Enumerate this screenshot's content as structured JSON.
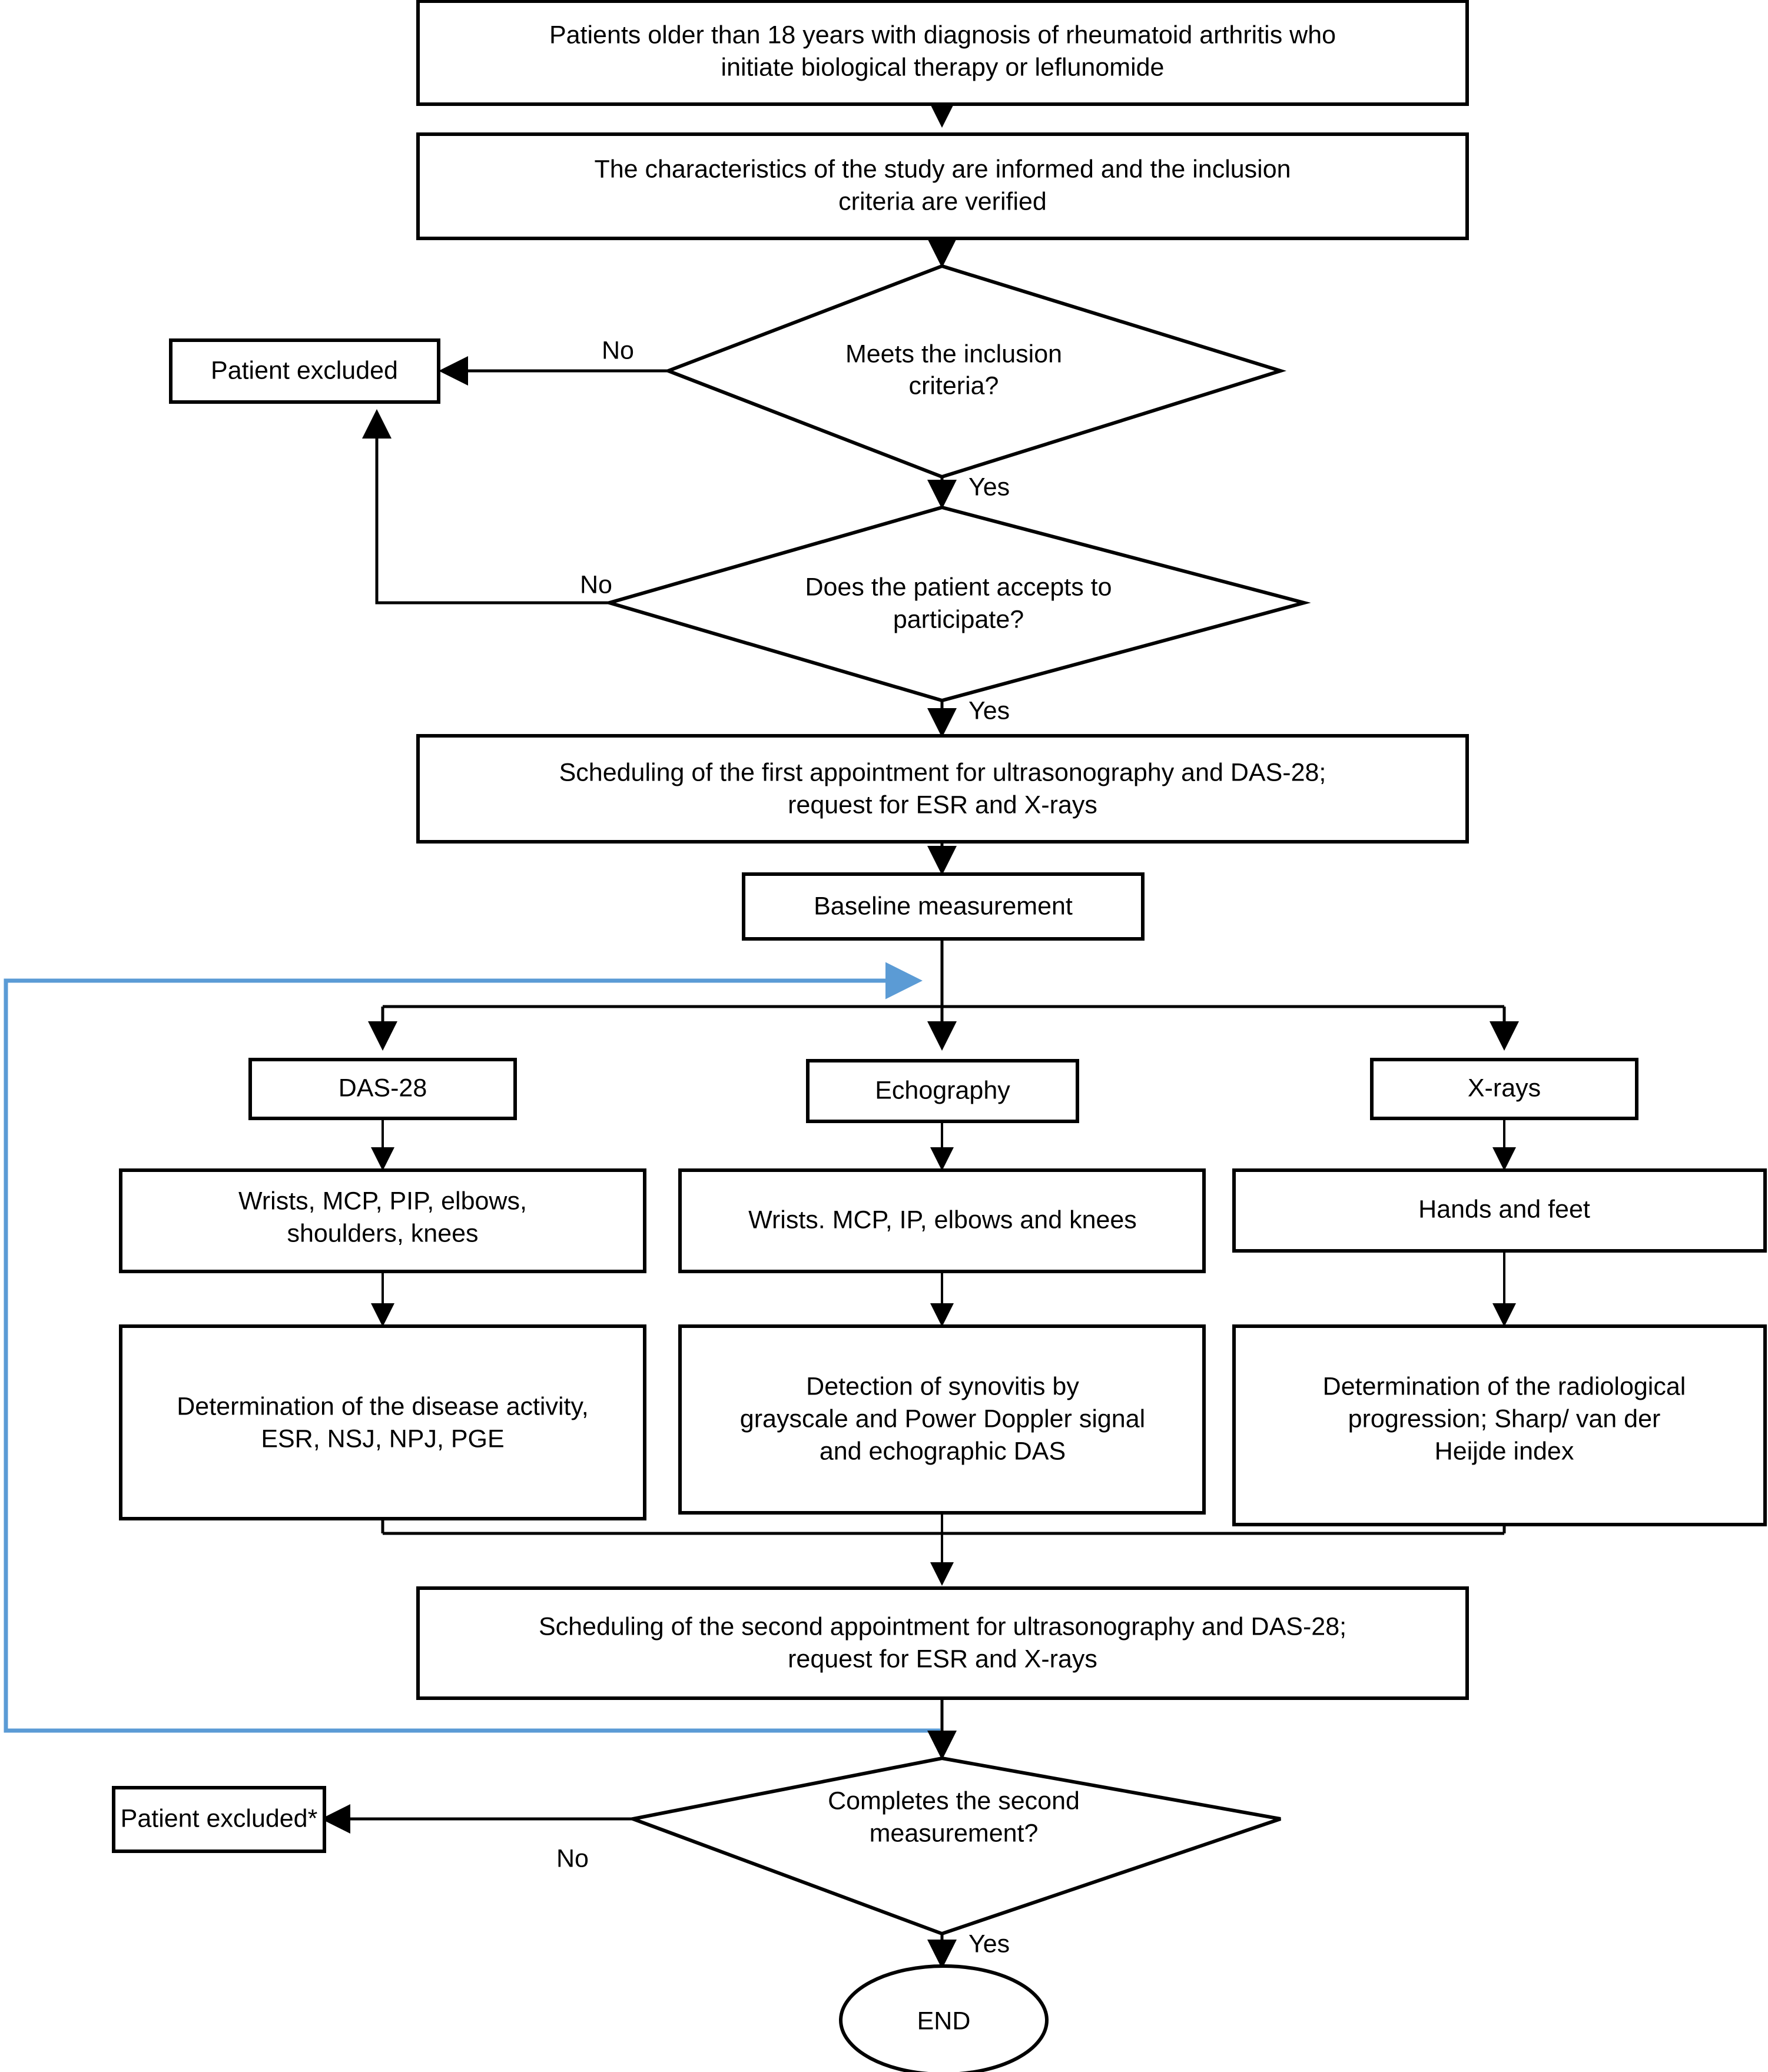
{
  "diagram": {
    "title": "Study flowchart: rheumatoid arthritis biological therapy / leflunomide",
    "accent_blue": "#5B9BD5",
    "line_color": "#000000",
    "fill_color": "#ffffff"
  },
  "nodes": {
    "start_patients": "Patients older than 18 years with diagnosis of rheumatoid arthritis who initiate biological therapy or leflunomide",
    "inform_criteria": "The characteristics of the study are informed and the inclusion criteria are verified",
    "decision_inclusion": "Meets the inclusion criteria?",
    "excluded_1": "Patient excluded",
    "decision_accept": "Does the patient accepts to participate?",
    "schedule_first": "Scheduling of the first appointment for ultrasonography and DAS-28; request for ESR and X-rays",
    "baseline": "Baseline measurement",
    "das28": "DAS-28",
    "echography": "Echography",
    "xrays": "X-rays",
    "das28_joints": "Wrists, MCP, PIP, elbows, shoulders, knees",
    "echo_joints": "Wrists. MCP, IP, elbows and knees",
    "xray_sites": "Hands and feet",
    "das28_outcome": "Determination of the disease activity, ESR, NSJ, NPJ, PGE",
    "echo_outcome": "Detection of synovitis by grayscale and Power Doppler signal and echographic DAS",
    "xray_outcome": "Determination of the radiological progression; Sharp/ van der Heijde index",
    "schedule_second": "Scheduling of the second appointment for ultrasonography and DAS-28; request for ESR and X-rays",
    "decision_second": "Completes the second measurement?",
    "excluded_2": "Patient excluded*",
    "end": "END"
  },
  "node_lines": {
    "start_patients": [
      "Patients older than 18 years with diagnosis of rheumatoid arthritis who",
      "initiate biological therapy or leflunomide"
    ],
    "inform_criteria": [
      "The characteristics of the study are informed and the inclusion",
      "criteria are verified"
    ],
    "decision_inclusion": [
      "Meets the inclusion",
      "criteria?"
    ],
    "excluded_1": [
      "Patient excluded"
    ],
    "decision_accept": [
      "Does the patient accepts to",
      "participate?"
    ],
    "schedule_first": [
      "Scheduling of the first appointment for ultrasonography and DAS-28;",
      "request for ESR and X-rays"
    ],
    "baseline": [
      "Baseline measurement"
    ],
    "das28": [
      "DAS-28"
    ],
    "echography": [
      "Echography"
    ],
    "xrays": [
      "X-rays"
    ],
    "das28_joints": [
      "Wrists, MCP, PIP, elbows,",
      "shoulders, knees"
    ],
    "echo_joints": [
      "Wrists. MCP, IP, elbows and knees"
    ],
    "xray_sites": [
      "Hands and feet"
    ],
    "das28_outcome": [
      "Determination of the disease activity,",
      "ESR, NSJ, NPJ, PGE"
    ],
    "echo_outcome": [
      "Detection of synovitis by",
      "grayscale and Power Doppler signal",
      "and echographic DAS"
    ],
    "xray_outcome": [
      "Determination of the radiological",
      "progression; Sharp/ van der",
      "Heijde index"
    ],
    "schedule_second": [
      "Scheduling of the second appointment for ultrasonography and DAS-28;",
      "request for ESR and X-rays"
    ],
    "decision_second": [
      "Completes the second",
      "measurement?"
    ],
    "excluded_2": [
      "Patient excluded*"
    ],
    "end": [
      "END"
    ]
  },
  "edge_labels": {
    "inclusion_no": "No",
    "inclusion_yes": "Yes",
    "accept_no": "No",
    "accept_yes": "Yes",
    "second_no": "No",
    "second_yes": "Yes"
  }
}
